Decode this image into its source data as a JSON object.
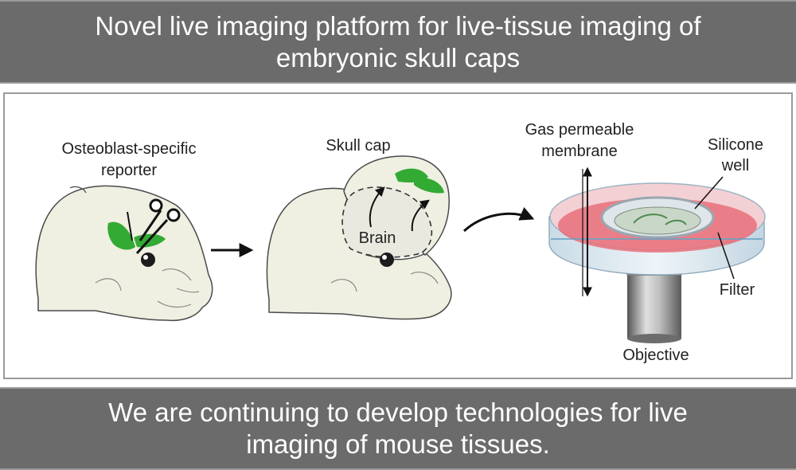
{
  "header": {
    "line1": "Novel live imaging platform for live-tissue imaging of",
    "line2": "embryonic skull caps"
  },
  "diagram": {
    "reporter_label_line1": "Osteoblast-specific",
    "reporter_label_line2": "reporter",
    "skull_cap_label": "Skull cap",
    "brain_label": "Brain",
    "gas_label_line1": "Gas permeable",
    "gas_label_line2": "membrane",
    "silicone_label_line1": "Silicone",
    "silicone_label_line2": "well",
    "filter_label": "Filter",
    "objective_label": "Objective",
    "colors": {
      "reporter_green": "#33aa33",
      "head_fill": "#efefe2",
      "medium_pink": "#e8707a",
      "banner_gray": "#6b6b6b"
    }
  },
  "footer": {
    "line1": "We are continuing to develop technologies for live",
    "line2": "imaging of mouse tissues."
  }
}
